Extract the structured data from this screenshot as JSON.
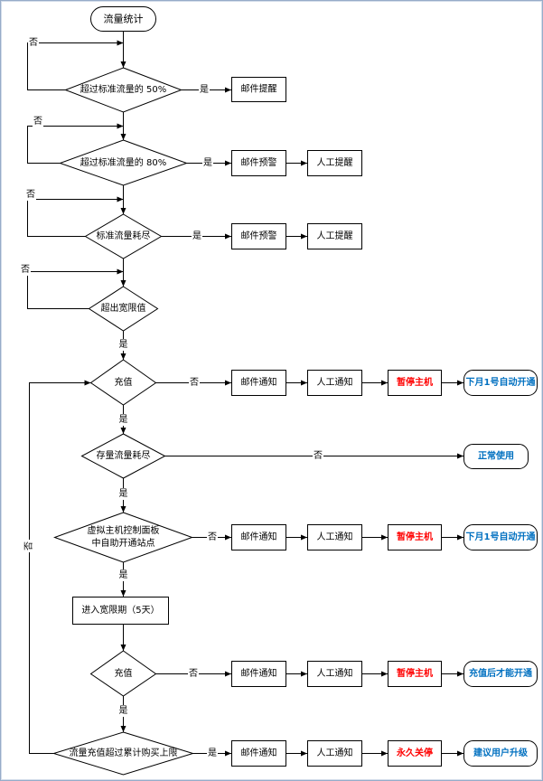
{
  "start": "流量统计",
  "steps": [
    {
      "question": "超过标准流量的 50%",
      "yes": "是",
      "no": "否",
      "actions": [
        "邮件提醒"
      ]
    },
    {
      "question": "超过标准流量的 80%",
      "yes": "是",
      "no": "否",
      "actions": [
        "邮件预警",
        "人工提醒"
      ]
    },
    {
      "question": "标准流量耗尽",
      "yes": "是",
      "no": "否",
      "actions": [
        "邮件预警",
        "人工提醒"
      ]
    },
    {
      "question": "超出宽限值",
      "yes": "是",
      "no": "否"
    },
    {
      "question": "充值",
      "yes": "是",
      "no": "否",
      "actions": [
        "邮件通知",
        "人工通知",
        "暂停主机"
      ],
      "outcome": "下月1号自动开通"
    },
    {
      "question": "存量流量耗尽",
      "yes": "是",
      "no": "否",
      "outcome": "正常使用"
    },
    {
      "question_lines": [
        "虚拟主机控制面板",
        "中自助开通站点"
      ],
      "yes": "是",
      "no": "否",
      "actions": [
        "邮件通知",
        "人工通知",
        "暂停主机"
      ],
      "outcome": "下月1号自动开通"
    },
    {
      "process": "进入宽限期（5天）"
    },
    {
      "question": "充值",
      "yes": "是",
      "no": "否",
      "actions": [
        "邮件通知",
        "人工通知",
        "暂停主机"
      ],
      "outcome": "充值后才能开通"
    },
    {
      "question": "流量充值超过累计购买上限",
      "yes": "是",
      "no": "否",
      "actions": [
        "邮件通知",
        "人工通知",
        "永久关停"
      ],
      "outcome": "建议用户升级"
    }
  ],
  "colors": {
    "line": "#000000",
    "stop_action_text": "#FF0000",
    "outcome_text": "#0070C0",
    "frame_border": "#97ACC9"
  }
}
